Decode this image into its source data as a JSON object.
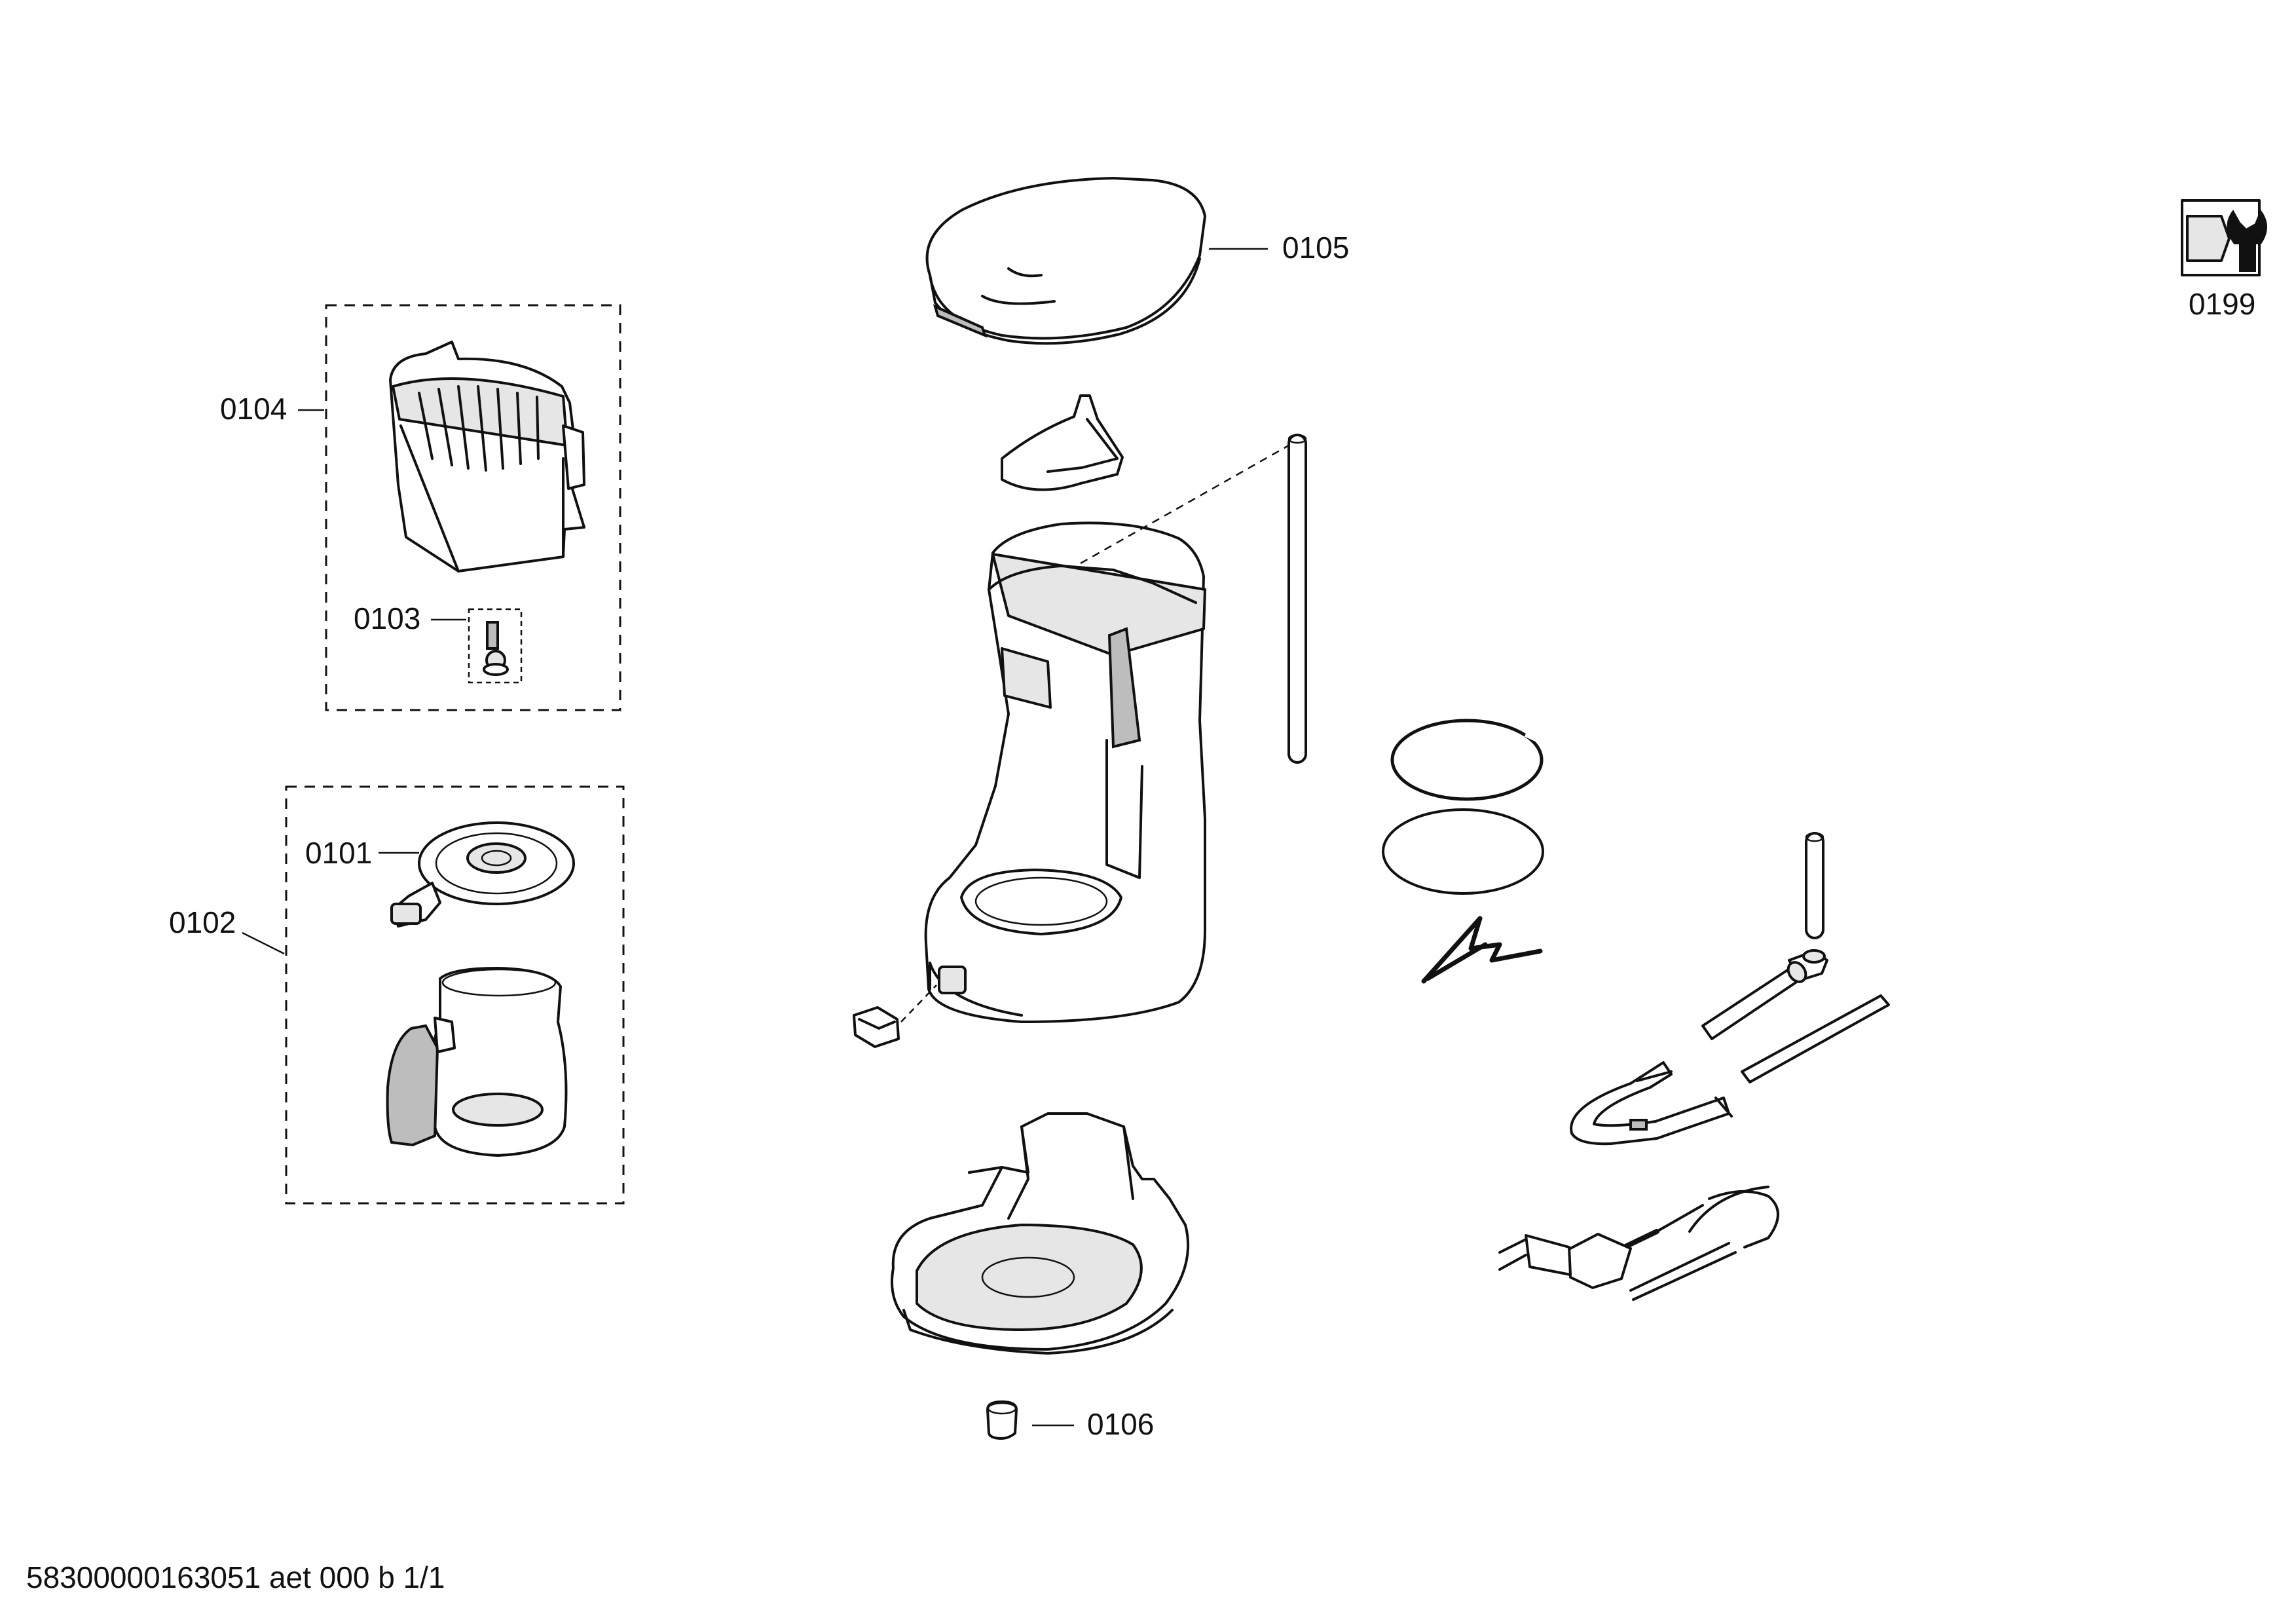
{
  "labels": {
    "p0101": "0101",
    "p0102": "0102",
    "p0103": "0103",
    "p0104": "0104",
    "p0105": "0105",
    "p0106": "0106",
    "p0199": "0199"
  },
  "footer": {
    "doc_code": "58300000163051 aet 000 b 1/1"
  },
  "icons": {
    "service_icon": "wrench-service-icon"
  }
}
